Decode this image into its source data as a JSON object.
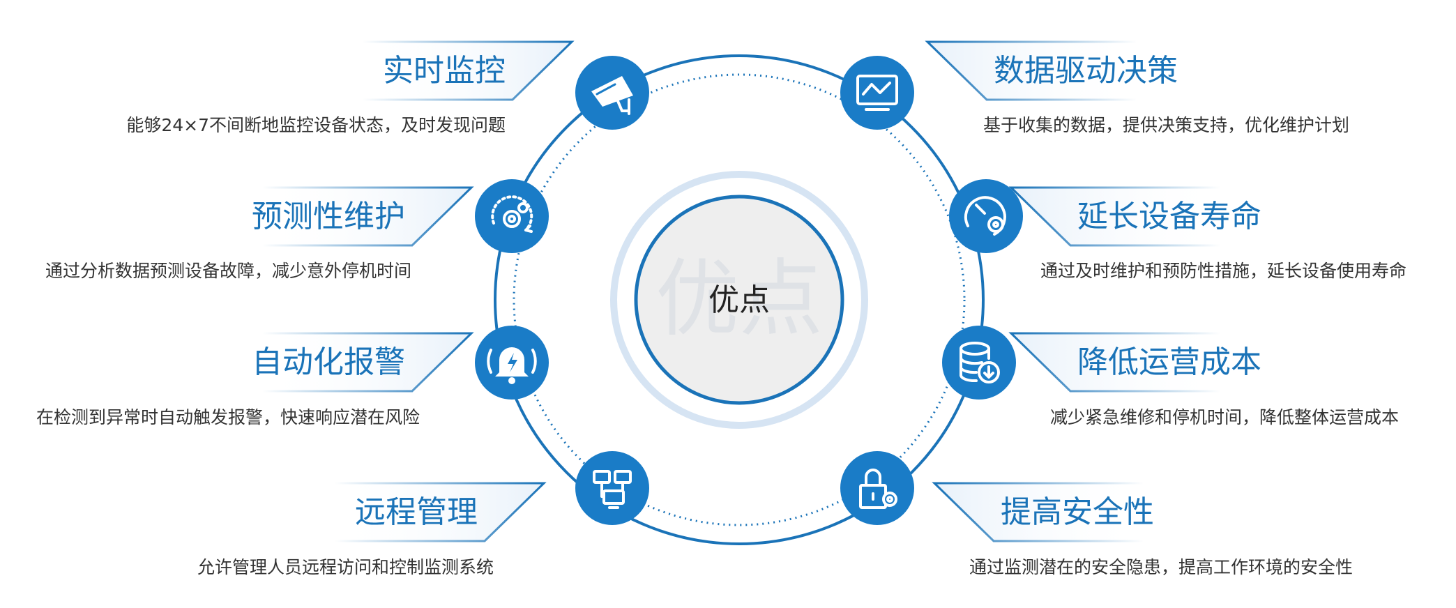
{
  "center": {
    "label": "优点",
    "watermark": "优点"
  },
  "colors": {
    "accent": "#1a73b8",
    "icon_bg": "#1a7cc7",
    "center_fill": "#eeeeee",
    "text": "#333333"
  },
  "items": [
    {
      "title": "实时监控",
      "desc": "能够24×7不间断地监控设备状态，及时发现问题",
      "icon": "surveillance-camera-icon",
      "side": "left"
    },
    {
      "title": "预测性维护",
      "desc": "通过分析数据预测设备故障，减少意外停机时间",
      "icon": "gear-cycle-icon",
      "side": "left"
    },
    {
      "title": "自动化报警",
      "desc": "在检测到异常时自动触发报警，快速响应潜在风险",
      "icon": "alarm-bell-icon",
      "side": "left"
    },
    {
      "title": "远程管理",
      "desc": "允许管理人员远程访问和控制监测系统",
      "icon": "network-monitor-icon",
      "side": "left"
    },
    {
      "title": "数据驱动决策",
      "desc": "基于收集的数据，提供决策支持，优化维护计划",
      "icon": "data-chart-monitor-icon",
      "side": "right"
    },
    {
      "title": "延长设备寿命",
      "desc": "通过及时维护和预防性措施，延长设备使用寿命",
      "icon": "gauge-gear-icon",
      "side": "right"
    },
    {
      "title": "降低运营成本",
      "desc": "减少紧急维修和停机时间，降低整体运营成本",
      "icon": "database-download-icon",
      "side": "right"
    },
    {
      "title": "提高安全性",
      "desc": "通过监测潜在的安全隐患，提高工作环境的安全性",
      "icon": "lock-gear-icon",
      "side": "right"
    }
  ]
}
